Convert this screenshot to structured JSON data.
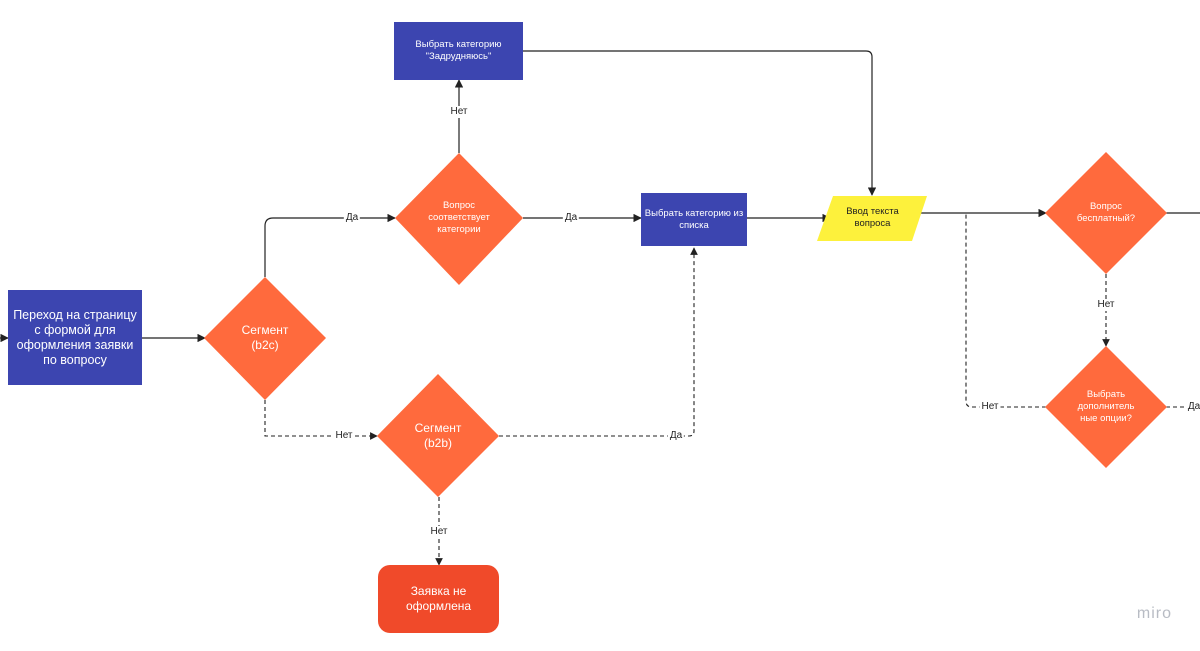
{
  "colors": {
    "process": "#3c45b0",
    "decision": "#ff6a3d",
    "terminal": "#f04a2a",
    "input": "#fdf13c",
    "edge": "#222222"
  },
  "nodes": {
    "start_page": "Переход на страницу\nс формой для\nоформления заявки\nпо вопросу",
    "segment_b2c": "Сегмент\n(b2c)",
    "question_category": "Вопрос\nсоответствует\nкатегории",
    "choose_category_zadrudnyayus": "Выбрать категорию\n\"Задрудняюсь\"",
    "choose_category_list": "Выбрать категорию из\nсписка",
    "segment_b2b": "Сегмент\n(b2b)",
    "request_not_made": "Заявка не\nоформлена",
    "enter_question_text": "Ввод текста\nвопроса",
    "question_free": "Вопрос\nбесплатный?",
    "choose_extra_options": "Выбрать\nдополнитель\nные опции?"
  },
  "edge_labels": {
    "b2c_yes": "Да",
    "category_yes": "Да",
    "category_no": "Нет",
    "b2c_no": "Нет",
    "b2b_yes": "Да",
    "b2b_no": "Нет",
    "free_no": "Нет",
    "options_no": "Нет",
    "options_yes": "Да"
  },
  "watermark": "miro"
}
